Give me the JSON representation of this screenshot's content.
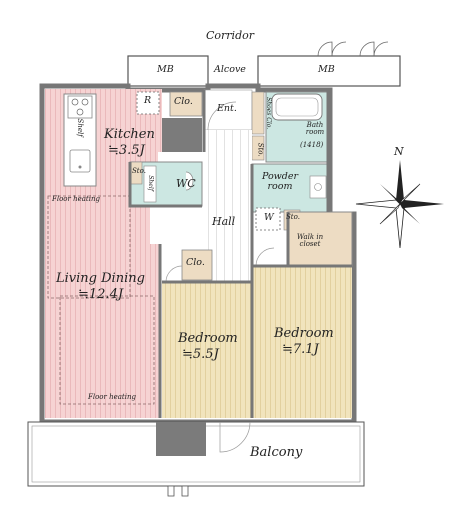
{
  "labels": {
    "corridor": "Corridor",
    "mb_left": "MB",
    "alcove": "Alcove",
    "mb_right": "MB",
    "fridge": "R",
    "closet_kitchen": "Clo.",
    "entrance": "Ent.",
    "shoe_closet": "Shoes Clo.",
    "storage_entry": "Sto.",
    "bathroom": "Bath room",
    "bathroom_code": "(1418)",
    "kitchen": "Kitchen",
    "kitchen_area": "≒3.5J",
    "shelf": "Shelf",
    "storage_wc1": "Sto.",
    "shelf_wc": "Shelf",
    "wc": "WC",
    "powder_room": "Powder room",
    "washer": "W",
    "storage_powder": "Sto.",
    "floor_heating_top": "Floor heating",
    "hall": "Hall",
    "walk_in_closet": "Walk in closet",
    "closet_bedroom": "Clo.",
    "living_dining": "Living Dining",
    "living_area": "≒12.4J",
    "bedroom1": "Bedroom",
    "bedroom1_area": "≒5.5J",
    "bedroom2": "Bedroom",
    "bedroom2_area": "≒7.1J",
    "floor_heating_bottom": "Floor heating",
    "balcony": "Balcony",
    "compass_north": "N"
  },
  "colors": {
    "living_kitchen": "#f6d3d3",
    "bedroom": "#f1e4bd",
    "wet_area": "#cce7e2",
    "storage": "#eddcc3",
    "wall": "#7b7b7b",
    "hall": "#ffffff"
  }
}
